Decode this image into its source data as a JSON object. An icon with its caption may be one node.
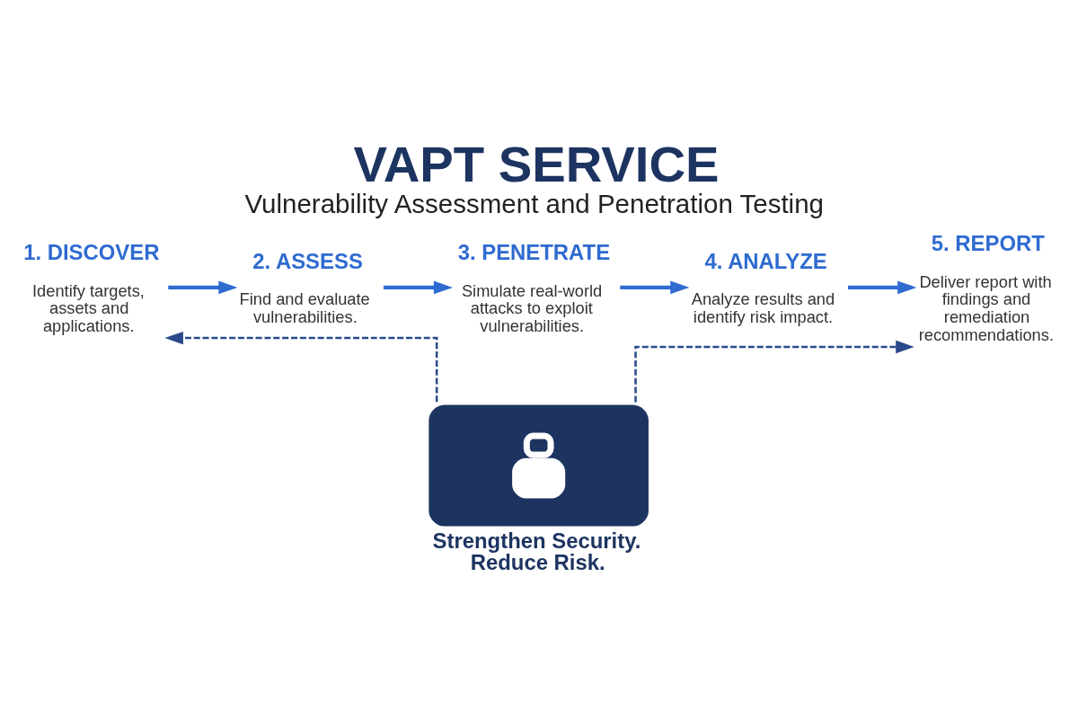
{
  "diagram": {
    "title": "VAPT SERVICE",
    "caption": "Vulnerability Assessment and Penetration Testing",
    "nodes": [
      {
        "text": [
          "1. DISCOVER",
          "Identify targets, assets and applications."
        ]
      },
      {
        "text": [
          "2. ASSESS",
          "Find and evaluate vulnerabilities."
        ]
      },
      {
        "text": [
          "3. PENETRATE",
          "Simulate real-world attacks to exploit vulnerabilities."
        ]
      },
      {
        "text": [
          "4. ANALYZE",
          "Analyze results and identify risk impact."
        ]
      },
      {
        "text": [
          "5. REPORT",
          "Deliver report with findings and remediation recommendations."
        ]
      },
      {
        "text": [],
        "shape": "picture",
        "beside": [
          "Strengthen Security. Reduce Risk."
        ]
      }
    ],
    "edges": [
      {
        "from": 0,
        "to": 1,
        "arrow": "to"
      },
      {
        "from": 1,
        "to": 2,
        "arrow": "to"
      },
      {
        "from": 2,
        "to": 3,
        "arrow": "to"
      },
      {
        "from": 3,
        "to": 4,
        "arrow": "to"
      },
      {
        "from": 5,
        "to": 0,
        "arrow": "to",
        "style": "dashed",
        "color": "#2a4a8a"
      },
      {
        "from": 5,
        "to": 4,
        "arrow": "to",
        "style": "dashed",
        "color": "#2a4a8a"
      }
    ]
  }
}
